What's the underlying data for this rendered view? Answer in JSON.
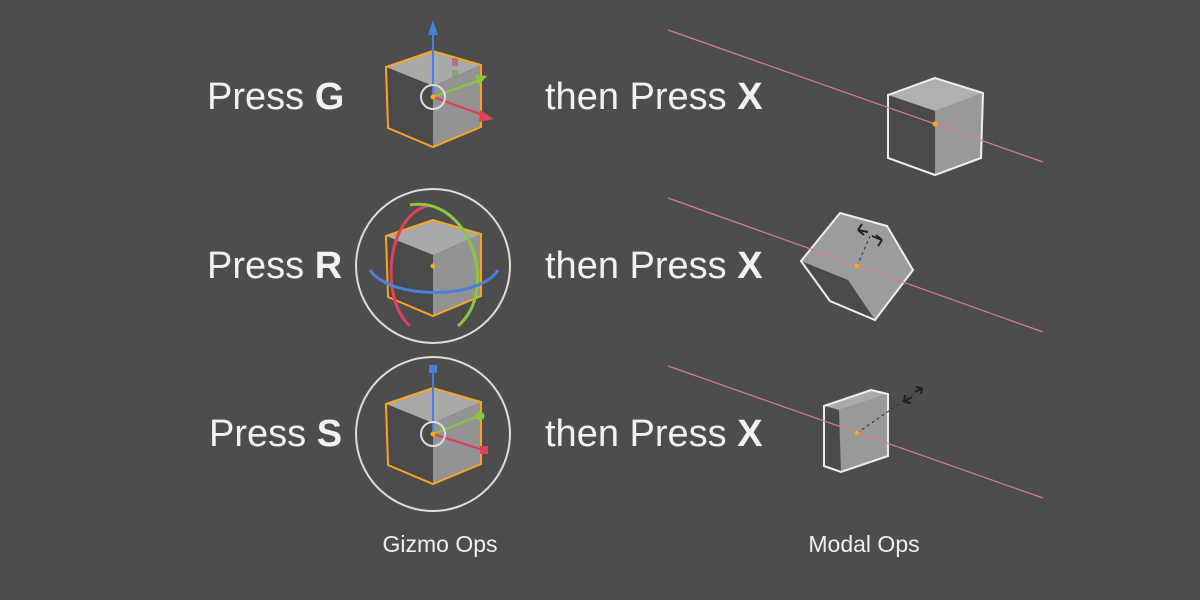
{
  "rows": [
    {
      "press": "Press",
      "key": "G",
      "then": "then Press",
      "axis": "X"
    },
    {
      "press": "Press",
      "key": "R",
      "then": "then Press",
      "axis": "X"
    },
    {
      "press": "Press",
      "key": "S",
      "then": "then Press",
      "axis": "X"
    }
  ],
  "labels": {
    "gizmo": "Gizmo Ops",
    "modal": "Modal Ops"
  },
  "colors": {
    "background": "#4d4d4d",
    "selection": "#f5a623",
    "x_axis": "#e0405a",
    "y_axis": "#8cc63f",
    "z_axis": "#4a80d8",
    "constraint_line": "#d87a8e"
  }
}
